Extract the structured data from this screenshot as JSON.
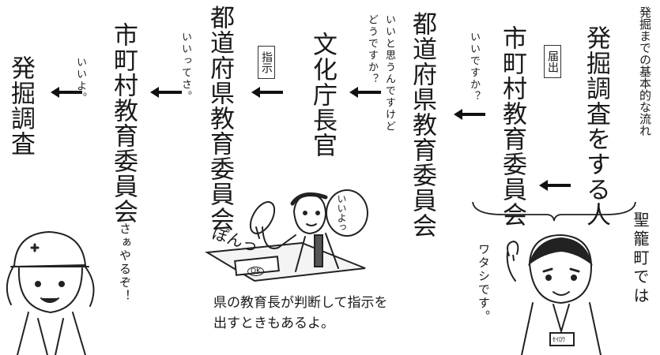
{
  "title": "発掘までの基本的な流れ",
  "nodes": {
    "applicant": "発掘調査をする人",
    "city1": "市町村教育委員会",
    "pref1": "都道府県教育委員会",
    "agency": "文化庁長官",
    "pref2": "都道府県教育委員会",
    "city2": "市町村教育委員会",
    "final": "発掘調査"
  },
  "tags": {
    "notify": "届出",
    "instruct": "指示"
  },
  "speech": {
    "q1": "いいですか？",
    "q2_line1": "いいと思うんですけど",
    "q2_line2": "どうですか？",
    "a1": "いいってさ。",
    "a2": "いいよ。",
    "bubble": "いいよっ",
    "pon": "ぽんっ",
    "ok": "OK",
    "worker": "さぁやるぞ！",
    "me": "ワタシです。",
    "town": "聖籠町では"
  },
  "caption": {
    "line1": "県の教育長が判断して指示を",
    "line2": "出すときもあるよ。"
  },
  "badge": "ｾｲﾛｳ"
}
